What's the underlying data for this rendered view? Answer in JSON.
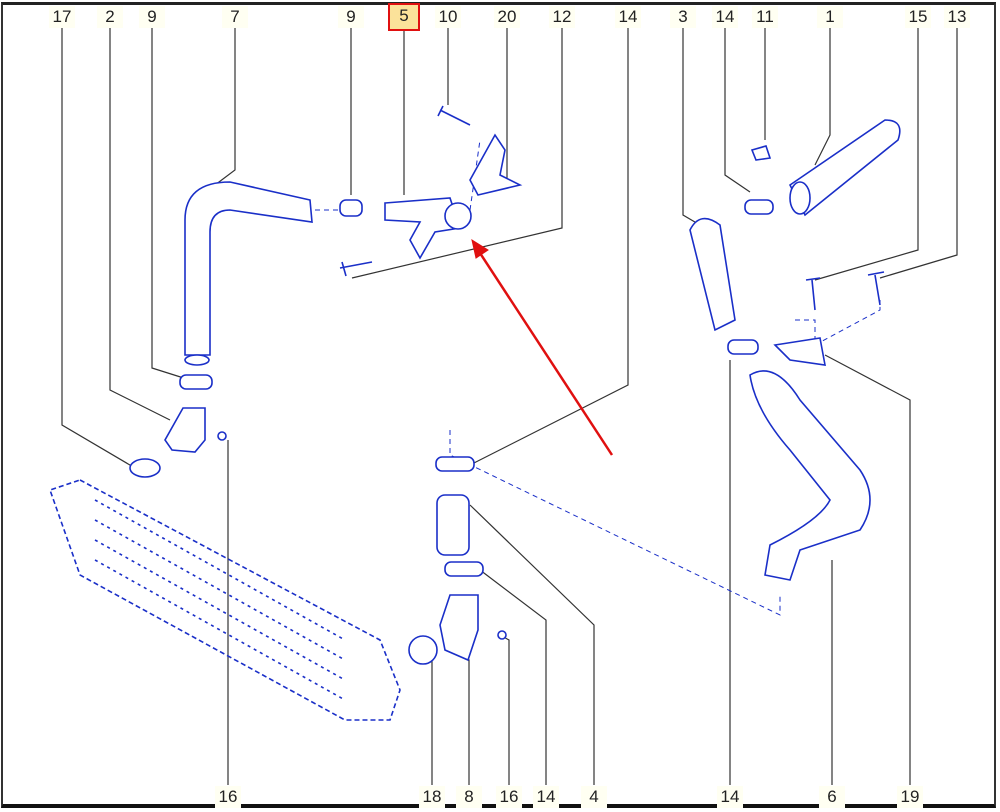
{
  "diagram": {
    "selected_part": "5",
    "top_labels": [
      "17",
      "2",
      "9",
      "7",
      "9",
      "5",
      "10",
      "20",
      "12",
      "14",
      "3",
      "14",
      "11",
      "1",
      "15",
      "13"
    ],
    "bottom_labels": [
      "16",
      "18",
      "8",
      "16",
      "14",
      "4",
      "14",
      "6",
      "19"
    ],
    "colors": {
      "part_line": "#1a2fc8",
      "leader": "#333333",
      "highlight": "#e01010",
      "highlight_fill": "#fbe29a"
    }
  }
}
